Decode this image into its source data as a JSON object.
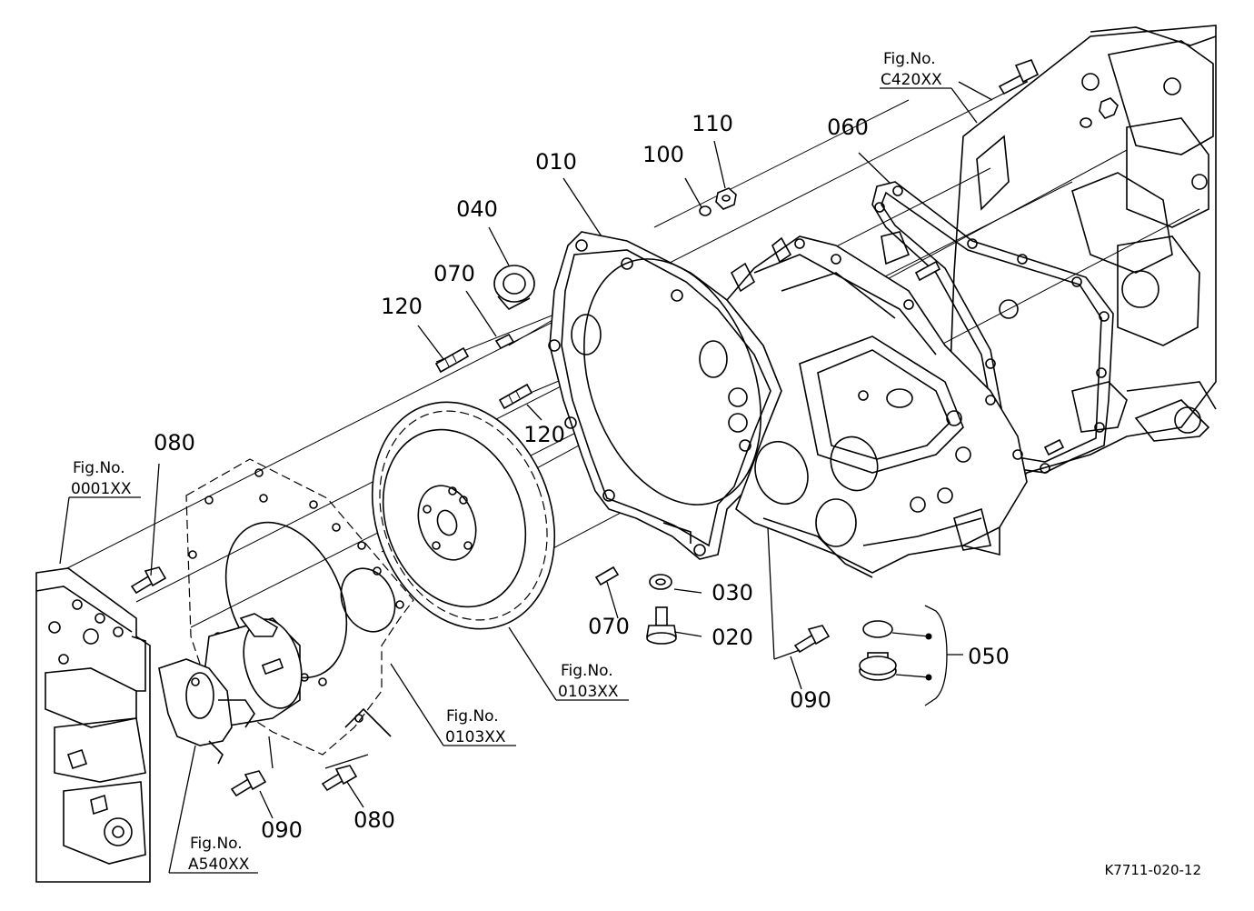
{
  "part_labels": {
    "p010": "010",
    "p020": "020",
    "p030": "030",
    "p040": "040",
    "p050": "050",
    "p060": "060",
    "p070a": "070",
    "p070b": "070",
    "p080a": "080",
    "p080b": "080",
    "p090a": "090",
    "p090b": "090",
    "p100": "100",
    "p110": "110",
    "p120a": "120",
    "p120b": "120"
  },
  "figure_refs": {
    "c420": {
      "prefix": "Fig.No.",
      "code": "C420XX"
    },
    "f0001": {
      "prefix": "Fig.No.",
      "code": "0001XX"
    },
    "f0103a": {
      "prefix": "Fig.No.",
      "code": "0103XX"
    },
    "f0103b": {
      "prefix": "Fig.No.",
      "code": "0103XX"
    },
    "a540": {
      "prefix": "Fig.No.",
      "code": "A540XX"
    }
  },
  "drawing_code": "K7711-020-12"
}
